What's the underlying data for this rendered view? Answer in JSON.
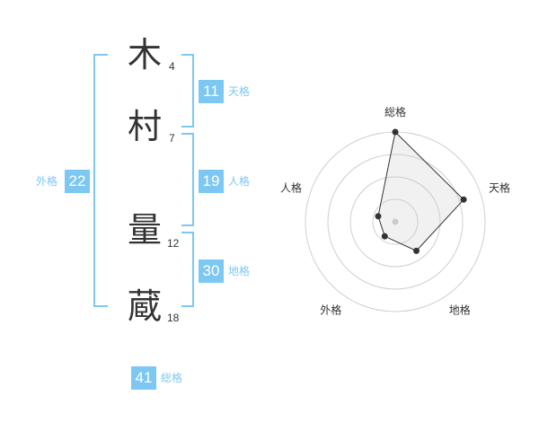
{
  "name": {
    "chars": [
      {
        "char": "木",
        "strokes": "4"
      },
      {
        "char": "村",
        "strokes": "7"
      },
      {
        "char": "量",
        "strokes": "12"
      },
      {
        "char": "蔵",
        "strokes": "18"
      }
    ]
  },
  "fortunes": {
    "tenkaku": {
      "value": "11",
      "label": "天格"
    },
    "jinkaku": {
      "value": "19",
      "label": "人格"
    },
    "chikaku": {
      "value": "30",
      "label": "地格"
    },
    "gaikaku": {
      "value": "22",
      "label": "外格"
    },
    "soukaku": {
      "value": "41",
      "label": "総格"
    }
  },
  "colors": {
    "accent": "#7cc8f3",
    "text": "#333333"
  },
  "chart_data": {
    "type": "radar",
    "axes": [
      "総格",
      "天格",
      "地格",
      "外格",
      "人格"
    ],
    "values": [
      5,
      4,
      2,
      1,
      1
    ],
    "max": 5,
    "rings": 4
  }
}
